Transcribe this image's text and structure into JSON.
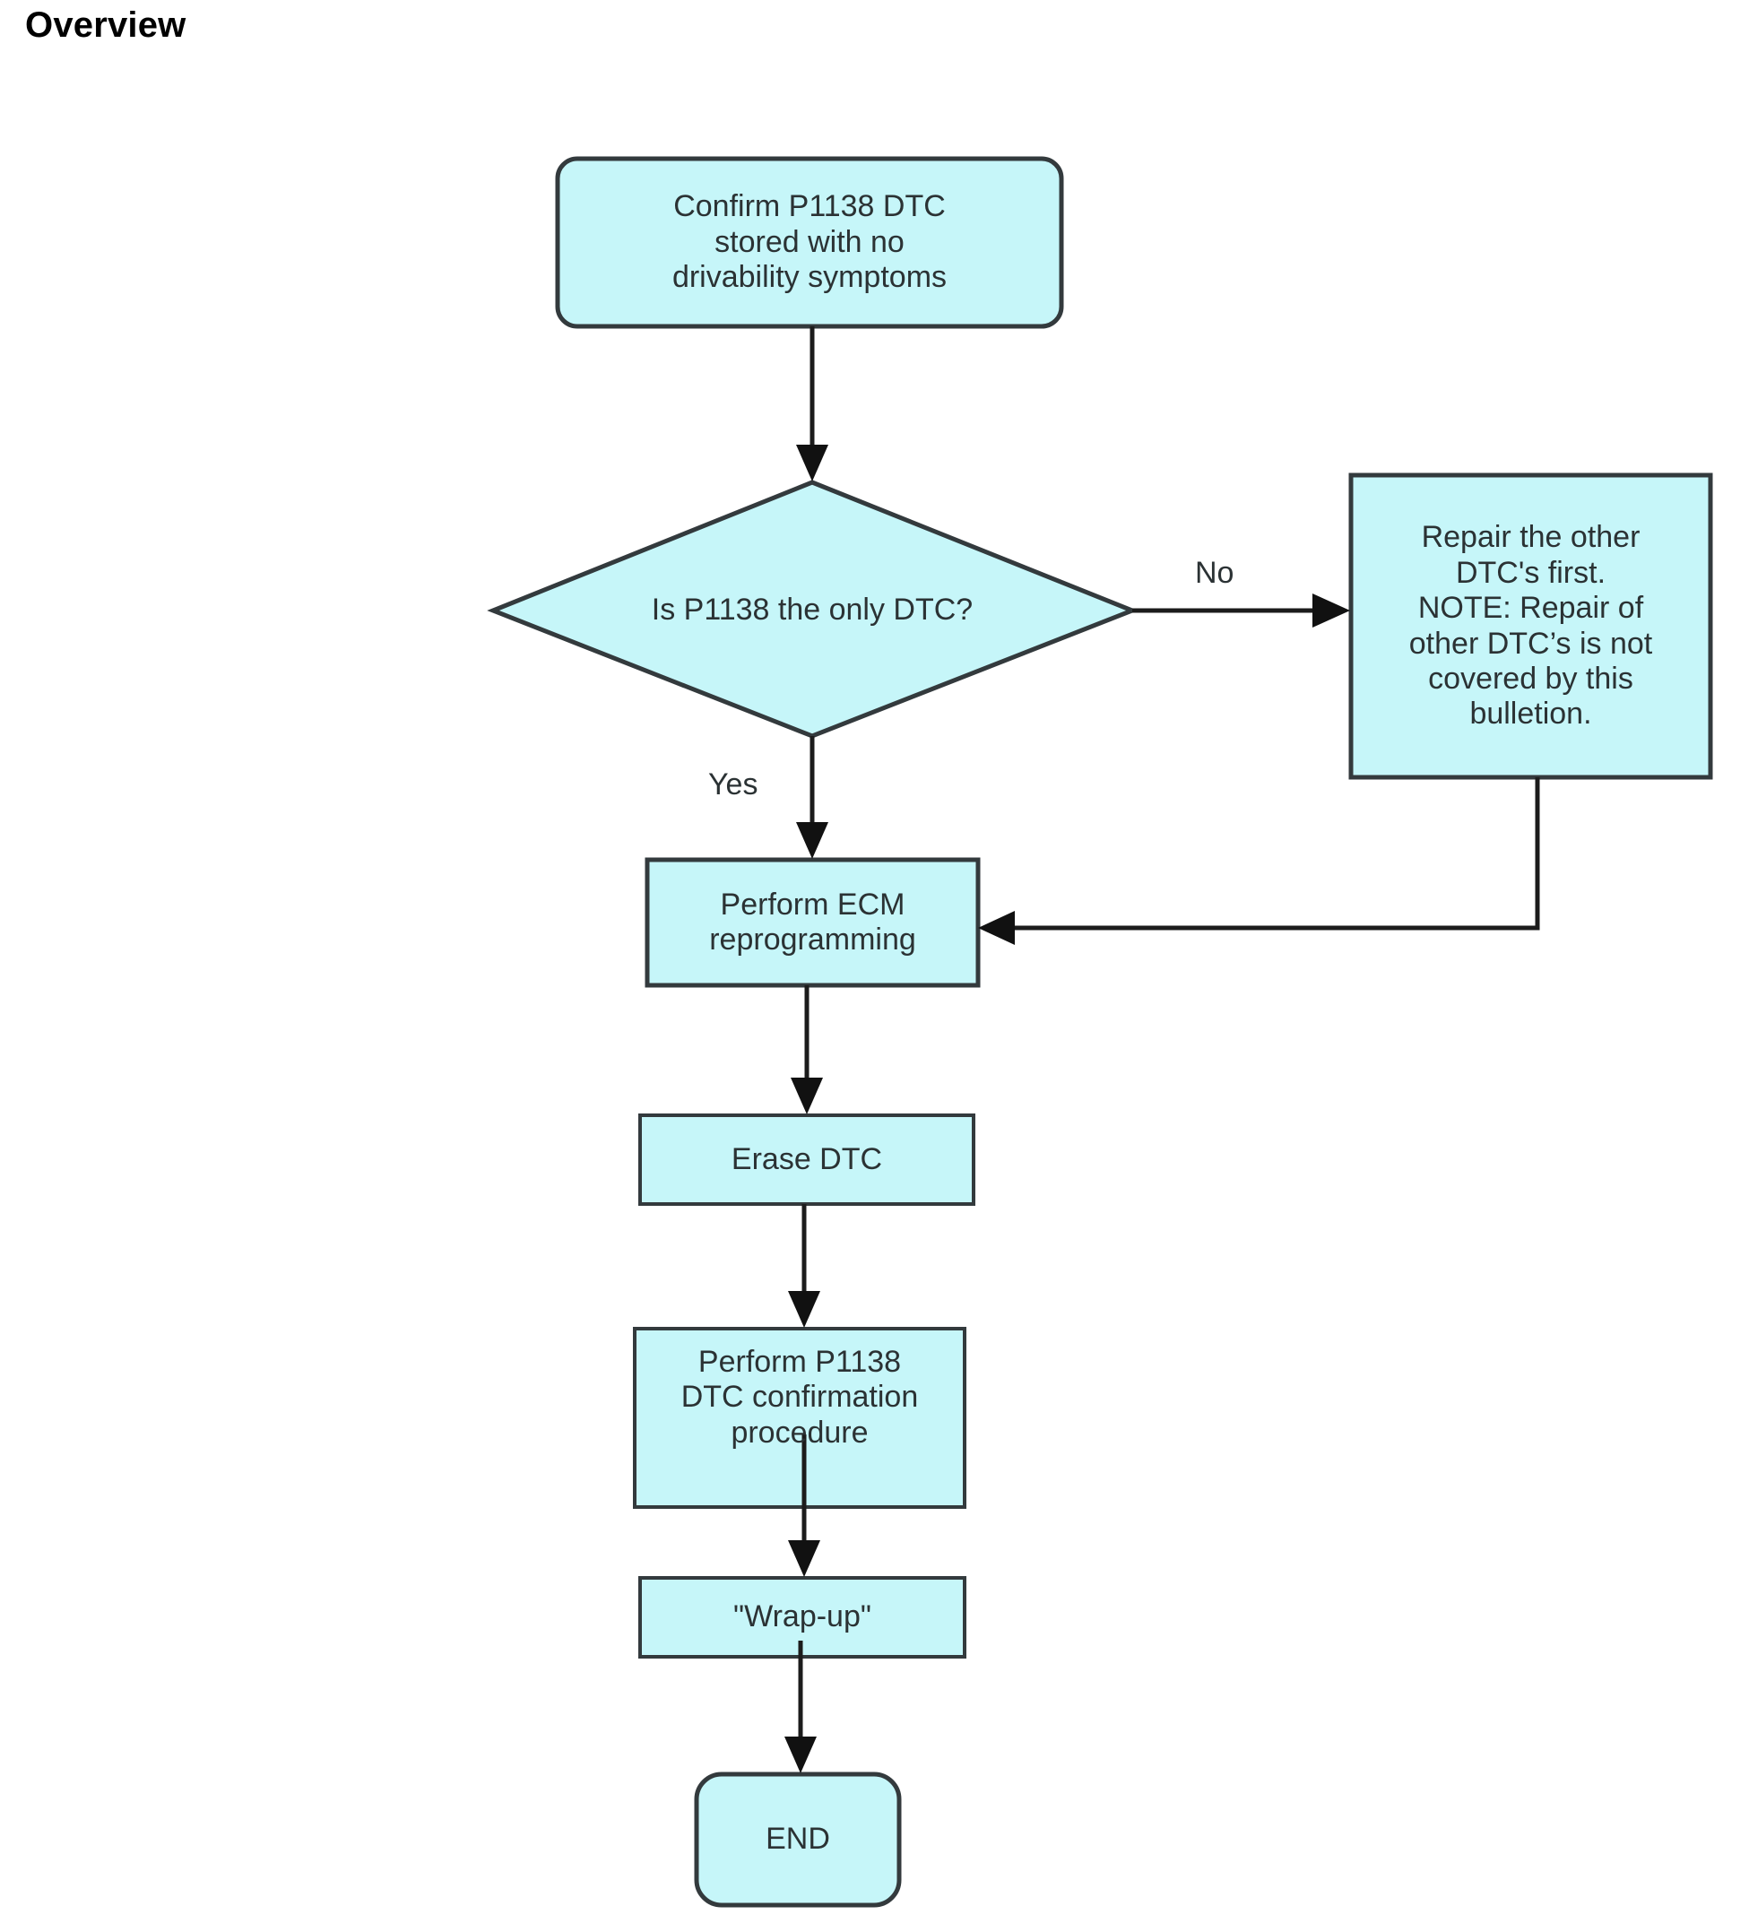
{
  "page": {
    "title": "Overview",
    "background_color": "#ffffff"
  },
  "theme": {
    "node_fill": "#c6f6f9",
    "node_border": "#333a3d",
    "edge_color": "#1c1c1c",
    "text_color": "#2b3234",
    "title_color": "#000000"
  },
  "chart_data": {
    "type": "diagram",
    "subtype": "flowchart",
    "title": "Overview",
    "orientation": "top-to-bottom",
    "nodes": [
      {
        "id": "confirm",
        "shape": "rounded-rectangle",
        "text": "Confirm P1138 DTC\nstored with no\ndrivability symptoms",
        "lines": [
          "Confirm P1138 DTC",
          "stored with no",
          "drivability symptoms"
        ]
      },
      {
        "id": "decision",
        "shape": "diamond",
        "text": "Is P1138 the only DTC?",
        "lines": [
          "Is P1138 the only DTC?"
        ]
      },
      {
        "id": "repair",
        "shape": "rectangle",
        "text": "Repair the other\nDTC's first.\nNOTE: Repair of\nother DTC’s is not\ncovered by this\nbulletion.",
        "lines": [
          "Repair the other",
          "DTC's first.",
          "NOTE: Repair of",
          "other DTC’s is not",
          "covered by this",
          "bulletion."
        ]
      },
      {
        "id": "ecm",
        "shape": "rectangle",
        "text": "Perform ECM\nreprogramming",
        "lines": [
          "Perform ECM",
          "reprogramming"
        ]
      },
      {
        "id": "erase",
        "shape": "rectangle",
        "text": "Erase DTC",
        "lines": [
          "Erase DTC"
        ]
      },
      {
        "id": "confirmation",
        "shape": "rectangle",
        "text": "Perform P1138\nDTC confirmation\nprocedure",
        "lines": [
          "Perform P1138",
          "DTC confirmation",
          "procedure"
        ]
      },
      {
        "id": "wrapup",
        "shape": "rectangle",
        "text": "\"Wrap-up\"",
        "lines": [
          "\"Wrap-up\""
        ]
      },
      {
        "id": "end",
        "shape": "rounded-rectangle",
        "text": "END",
        "lines": [
          "END"
        ]
      }
    ],
    "edges": [
      {
        "from": "confirm",
        "to": "decision",
        "label": ""
      },
      {
        "from": "decision",
        "to": "repair",
        "label": "No"
      },
      {
        "from": "decision",
        "to": "ecm",
        "label": "Yes"
      },
      {
        "from": "repair",
        "to": "ecm",
        "label": ""
      },
      {
        "from": "ecm",
        "to": "erase",
        "label": ""
      },
      {
        "from": "erase",
        "to": "confirmation",
        "label": ""
      },
      {
        "from": "confirmation",
        "to": "wrapup",
        "label": ""
      },
      {
        "from": "wrapup",
        "to": "end",
        "label": ""
      }
    ],
    "edge_labels": {
      "no": "No",
      "yes": "Yes"
    }
  }
}
